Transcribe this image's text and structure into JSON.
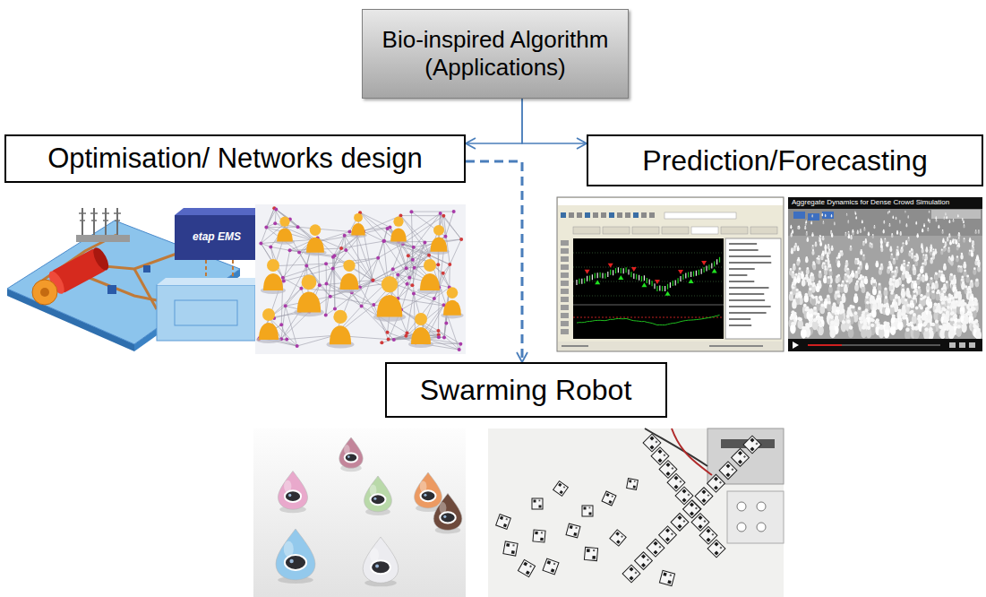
{
  "diagram": {
    "nodes": [
      {
        "text": [
          "Bio-inspired Algorithm (Applications)"
        ]
      },
      {
        "text": [
          "Optimisation/ Networks design"
        ]
      },
      {
        "text": [
          "Prediction/Forecasting"
        ]
      },
      {
        "text": [
          "Swarming Robot"
        ]
      }
    ],
    "edges": [
      {
        "from": 0,
        "to": 1,
        "arrow": "to"
      },
      {
        "from": 0,
        "to": 2,
        "arrow": "to"
      },
      {
        "from": 1,
        "to": 3,
        "arrow": "to"
      }
    ],
    "labels": [
      "etap EMS",
      "Aggregate Dynamics for Dense Crowd Simulation"
    ]
  }
}
